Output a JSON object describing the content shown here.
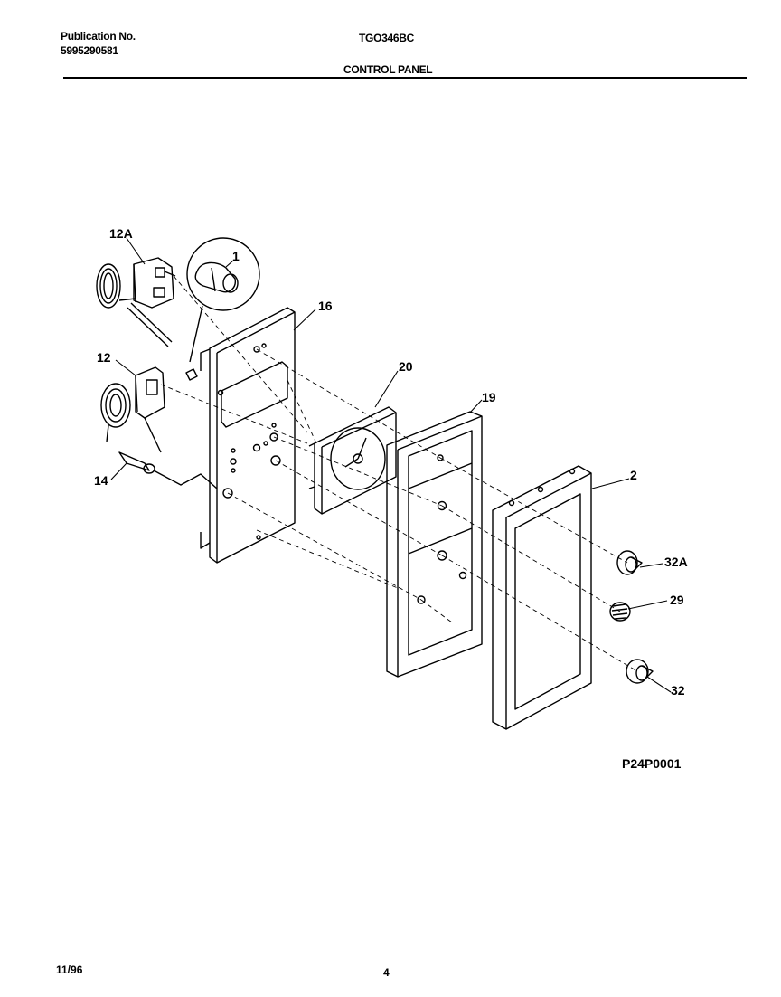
{
  "header": {
    "publication_label": "Publication No.",
    "publication_number": "5995290581",
    "model": "TGO346BC",
    "section_title": "CONTROL PANEL"
  },
  "callouts": {
    "part_1": "1",
    "part_2": "2",
    "part_12": "12",
    "part_12a": "12A",
    "part_14": "14",
    "part_16": "16",
    "part_19": "19",
    "part_20": "20",
    "part_29": "29",
    "part_32": "32",
    "part_32a": "32A"
  },
  "figure_code": "P24P0001",
  "footer": {
    "date": "11/96",
    "page": "4"
  }
}
